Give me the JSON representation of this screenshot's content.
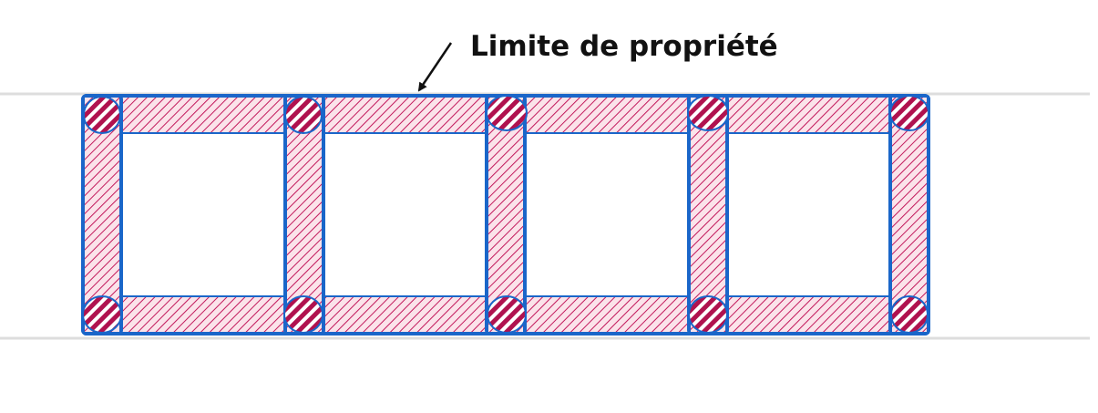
{
  "annotation": {
    "label": "Limite de propriété"
  },
  "colors": {
    "hatch": "#c2185b",
    "outline": "#1a66c9",
    "guide": "#dddddd",
    "text": "#111111"
  },
  "structure": {
    "bays": 4,
    "posts_per_row": 5
  }
}
